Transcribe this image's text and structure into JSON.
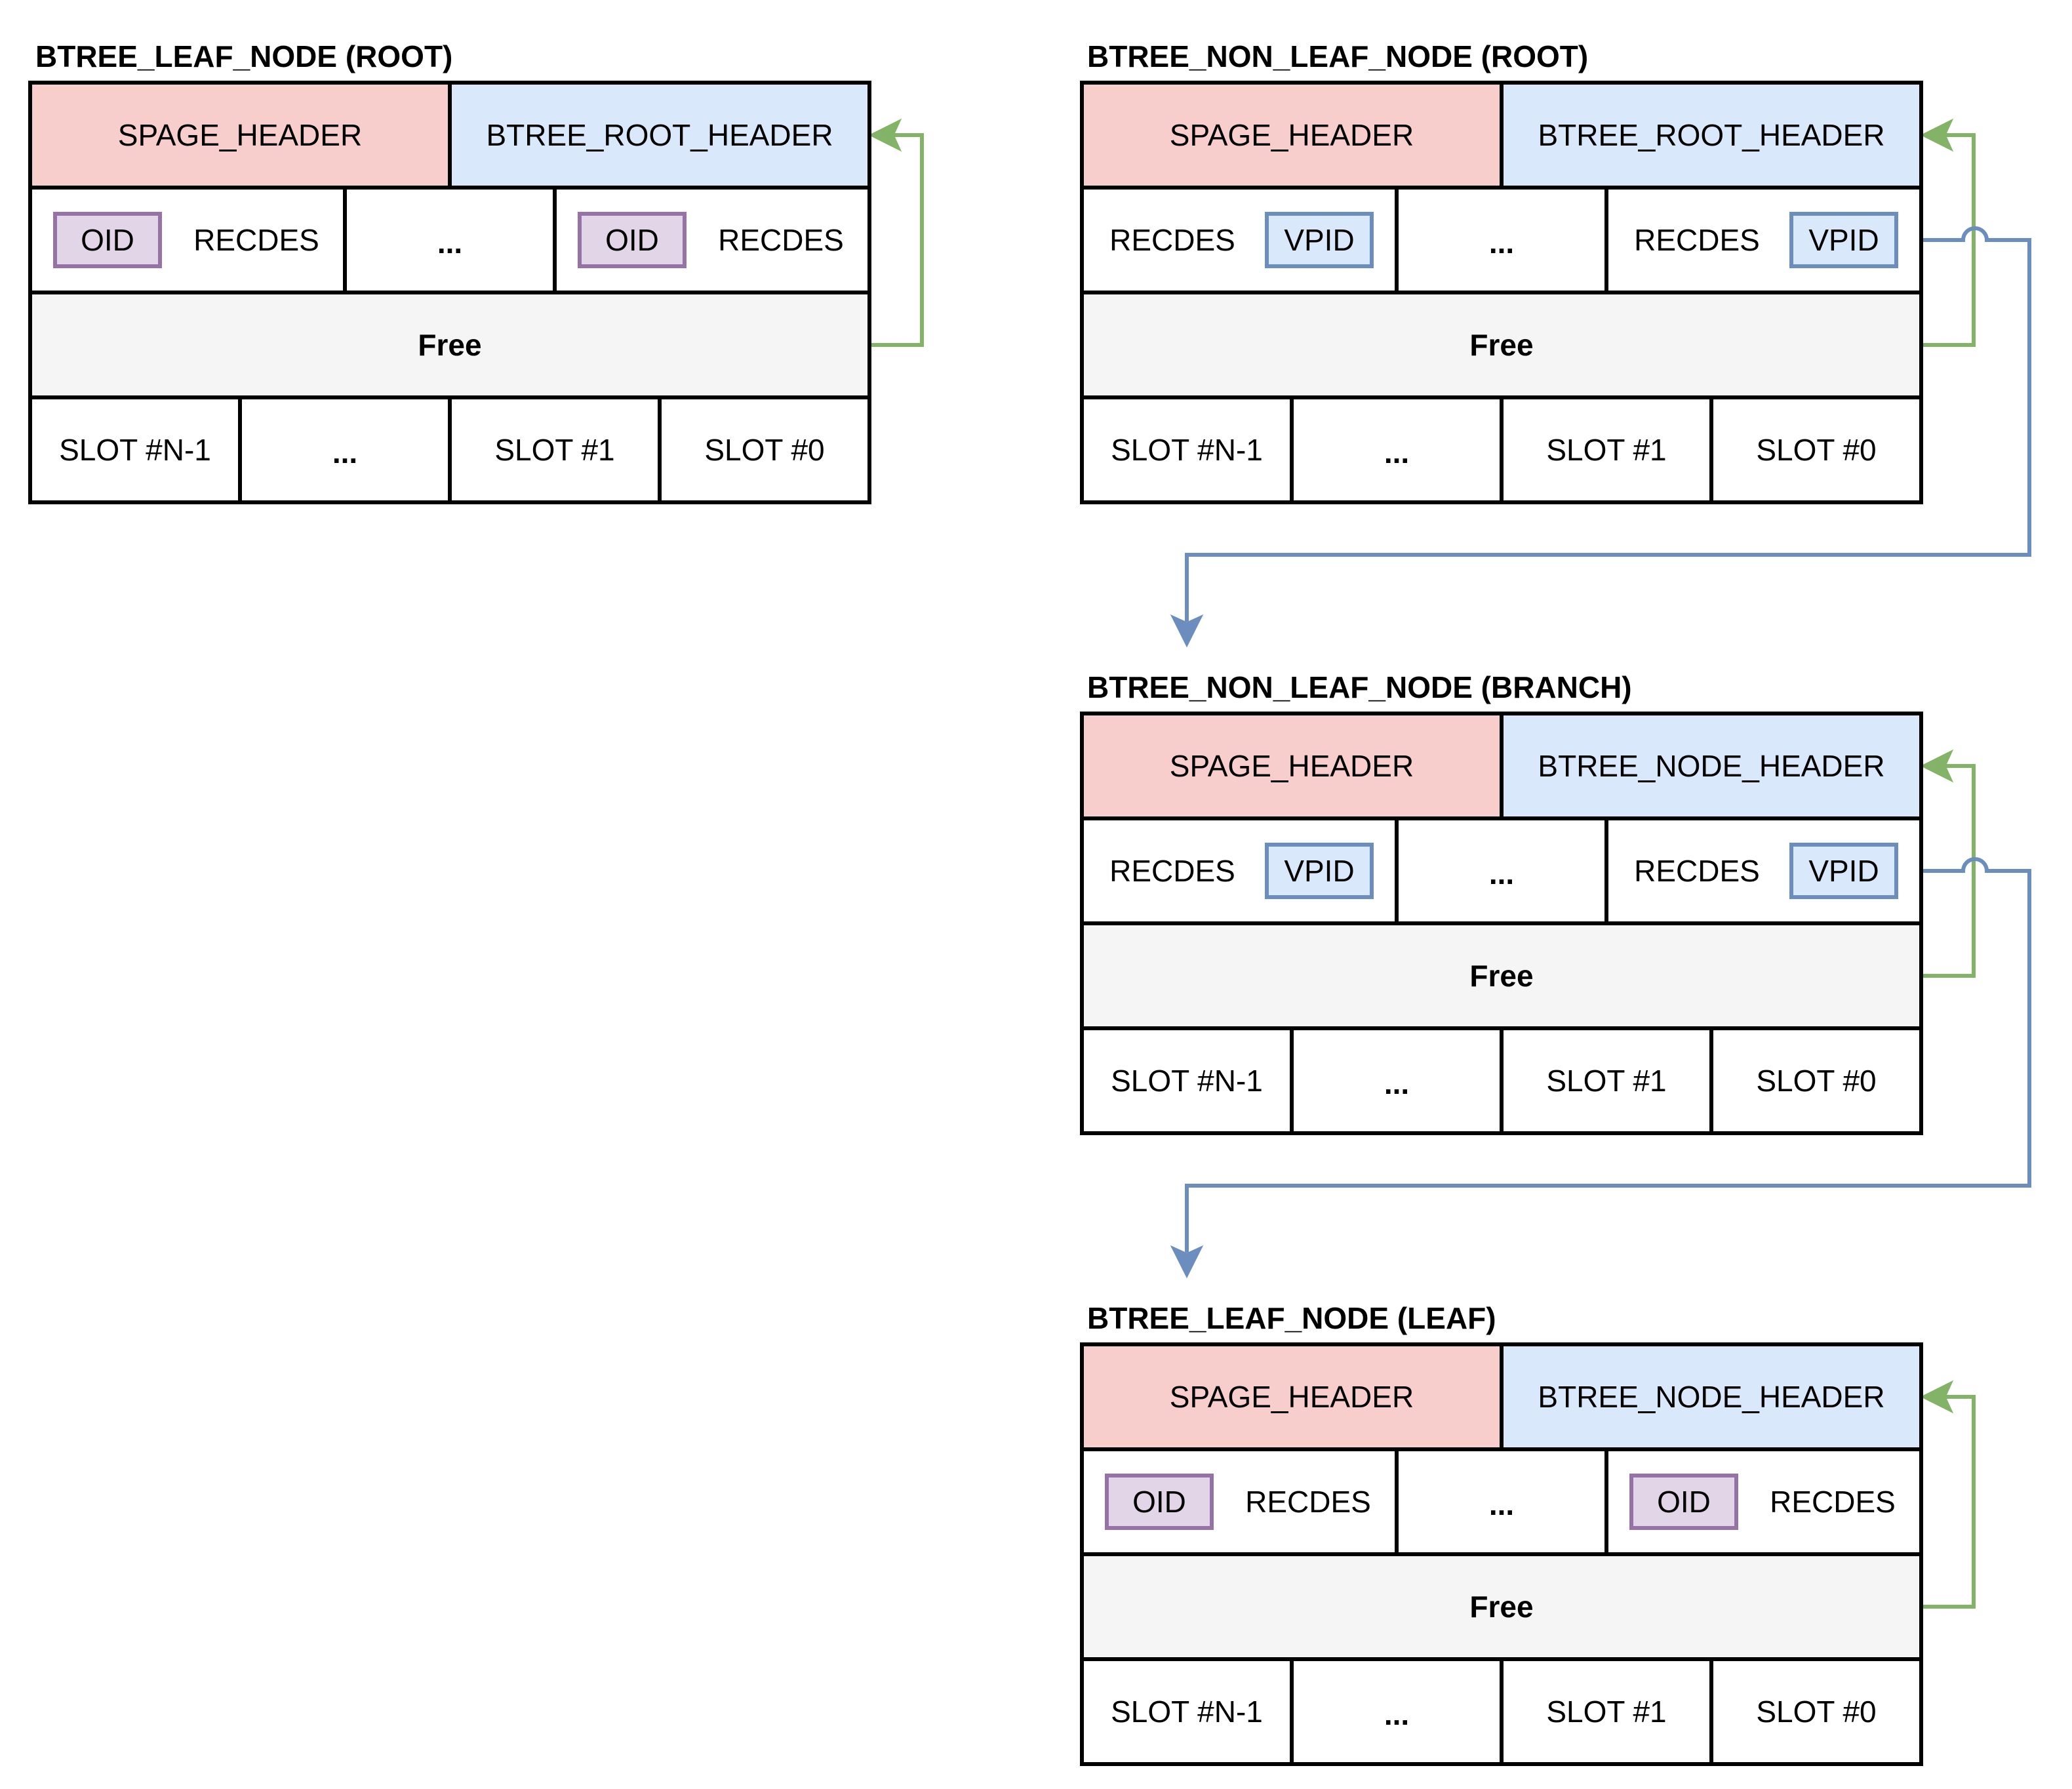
{
  "colors": {
    "spage_header": "#f8cecc",
    "btree_header": "#dae8fc",
    "free": "#f5f5f5",
    "oid_fill": "#e1d5e7",
    "oid_border": "#9673a6",
    "vpid_fill": "#dae8fc",
    "vpid_border": "#6c8ebf",
    "green_arrow": "#82b366",
    "blue_arrow": "#6c8ebf",
    "line": "#000000"
  },
  "nodes": [
    {
      "id": "leaf-root",
      "title": "BTREE_LEAF_NODE (ROOT)",
      "kind": "leaf",
      "header_left": "SPAGE_HEADER",
      "header_right": "BTREE_ROOT_HEADER",
      "record_left": {
        "ptr": "OID",
        "recdes": "RECDES"
      },
      "record_middle": "...",
      "record_right": {
        "ptr": "OID",
        "recdes": "RECDES"
      },
      "free": "Free",
      "slots": [
        "SLOT #N-1",
        "...",
        "SLOT #1",
        "SLOT #0"
      ]
    },
    {
      "id": "nonleaf-root",
      "title": "BTREE_NON_LEAF_NODE (ROOT)",
      "kind": "nonleaf",
      "header_left": "SPAGE_HEADER",
      "header_right": "BTREE_ROOT_HEADER",
      "record_left": {
        "ptr": "VPID",
        "recdes": "RECDES"
      },
      "record_middle": "...",
      "record_right": {
        "ptr": "VPID",
        "recdes": "RECDES"
      },
      "free": "Free",
      "slots": [
        "SLOT #N-1",
        "...",
        "SLOT #1",
        "SLOT #0"
      ]
    },
    {
      "id": "nonleaf-branch",
      "title": "BTREE_NON_LEAF_NODE (BRANCH)",
      "kind": "nonleaf",
      "header_left": "SPAGE_HEADER",
      "header_right": "BTREE_NODE_HEADER",
      "record_left": {
        "ptr": "VPID",
        "recdes": "RECDES"
      },
      "record_middle": "...",
      "record_right": {
        "ptr": "VPID",
        "recdes": "RECDES"
      },
      "free": "Free",
      "slots": [
        "SLOT #N-1",
        "...",
        "SLOT #1",
        "SLOT #0"
      ]
    },
    {
      "id": "leaf-leaf",
      "title": "BTREE_LEAF_NODE (LEAF)",
      "kind": "leaf",
      "header_left": "SPAGE_HEADER",
      "header_right": "BTREE_NODE_HEADER",
      "record_left": {
        "ptr": "OID",
        "recdes": "RECDES"
      },
      "record_middle": "...",
      "record_right": {
        "ptr": "OID",
        "recdes": "RECDES"
      },
      "free": "Free",
      "slots": [
        "SLOT #N-1",
        "...",
        "SLOT #1",
        "SLOT #0"
      ]
    }
  ],
  "edges": [
    {
      "from": "leaf-root.slot0",
      "to": "leaf-root.header",
      "color": "green"
    },
    {
      "from": "nonleaf-root.slot0",
      "to": "nonleaf-root.header",
      "color": "green"
    },
    {
      "from": "nonleaf-branch.slot0",
      "to": "nonleaf-branch.header",
      "color": "green"
    },
    {
      "from": "leaf-leaf.slot0",
      "to": "leaf-leaf.header",
      "color": "green"
    },
    {
      "from": "nonleaf-root.vpid",
      "to": "nonleaf-branch",
      "color": "blue"
    },
    {
      "from": "nonleaf-branch.vpid",
      "to": "leaf-leaf",
      "color": "blue"
    }
  ]
}
